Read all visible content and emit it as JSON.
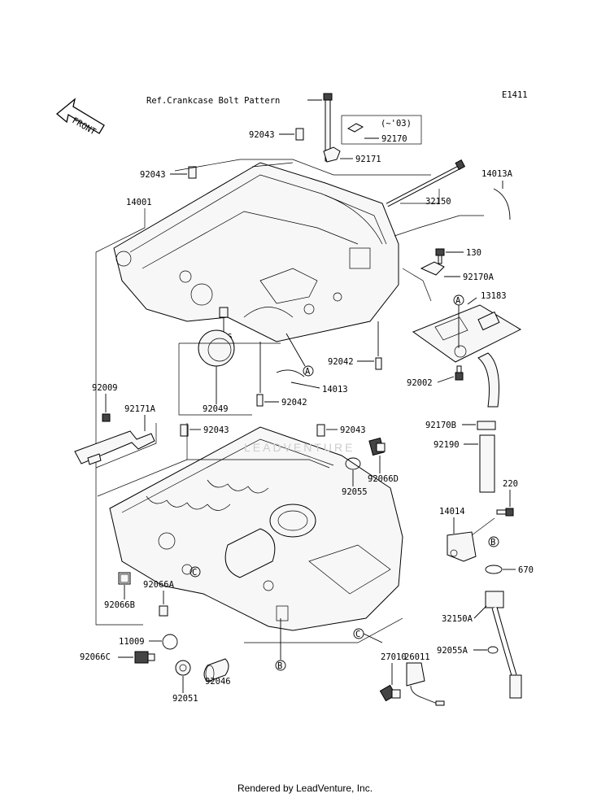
{
  "diagram_code": "E1411",
  "ref_note": "Ref.Crankcase Bolt Pattern",
  "front_label": "FRONT",
  "year_note": "(~'03)",
  "parts": {
    "p92043a": "92043",
    "p92043b": "92043",
    "p92043c": "92043",
    "p92043d": "92043",
    "p92171": "92171",
    "p92170": "92170",
    "p14001": "14001",
    "p32150": "32150",
    "p14013A": "14013A",
    "p130": "130",
    "p92170A": "92170A",
    "p13183": "13183",
    "p92066": "92066",
    "p92042a": "92042",
    "p92042b": "92042",
    "p14013": "14013",
    "p92049": "92049",
    "p92002": "92002",
    "p92009": "92009",
    "p92171A": "92171A",
    "p92170B": "92170B",
    "p92190": "92190",
    "p92066D": "92066D",
    "p92055": "92055",
    "p220": "220",
    "p14014": "14014",
    "p670": "670",
    "p92066A": "92066A",
    "p92066B": "92066B",
    "p32150A": "32150A",
    "p11009": "11009",
    "p27010": "27010",
    "p26011": "26011",
    "p92066C": "92066C",
    "p92055A": "92055A",
    "p92046": "92046",
    "p92051": "92051"
  },
  "callouts": {
    "a1": "A",
    "a2": "A",
    "b1": "B",
    "b2": "B",
    "c1": "C",
    "c2": "C"
  },
  "watermark": "LEADVENTURE",
  "footer": "Rendered by LeadVenture, Inc."
}
